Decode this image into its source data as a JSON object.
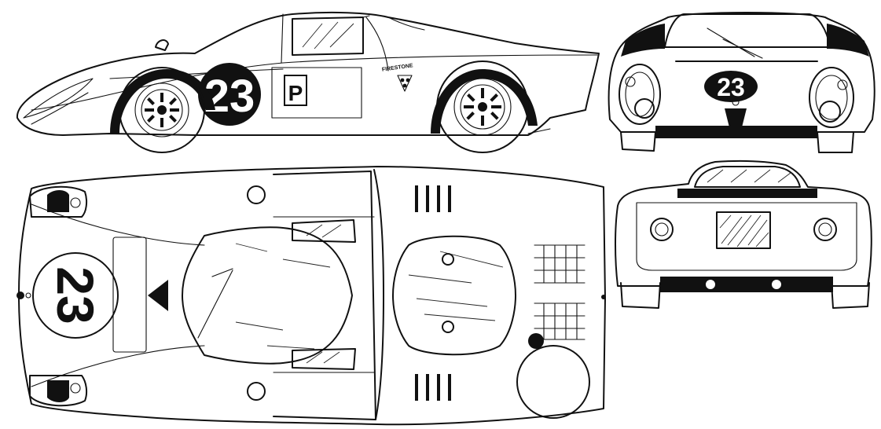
{
  "side_view": {
    "race_number": "23",
    "class_letter": "P",
    "sponsor_text": "FIRESTONE"
  },
  "front_view": {
    "race_number": "23"
  },
  "top_view": {
    "race_number": "23"
  },
  "colors": {
    "ink": "#111111",
    "paper": "#ffffff"
  }
}
